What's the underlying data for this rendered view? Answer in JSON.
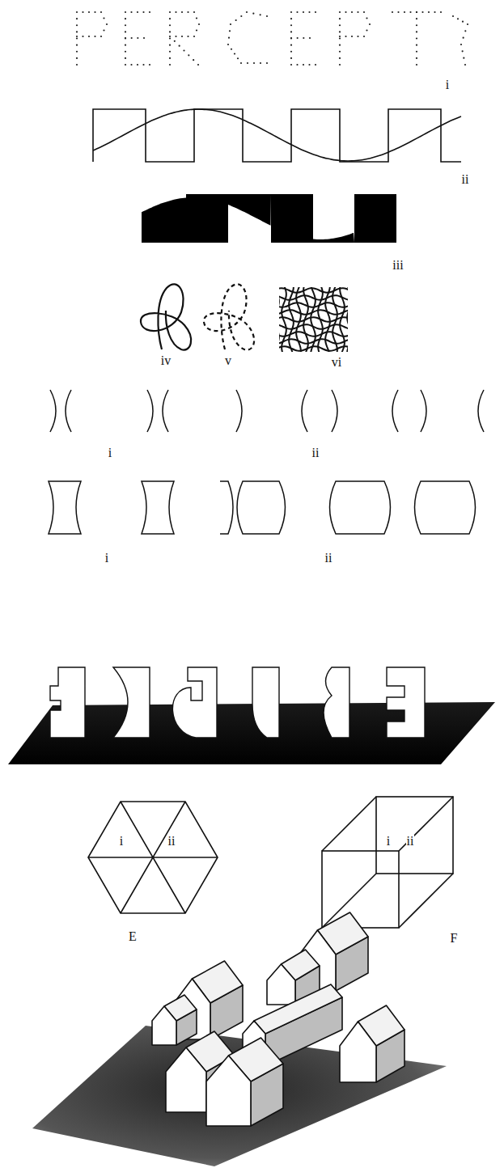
{
  "diagram": {
    "labels": [
      "i",
      "ii",
      "iii",
      "iv",
      "v",
      "vi",
      "i",
      "ii",
      "i",
      "ii",
      "i",
      "ii",
      "E",
      "i",
      "ii",
      "F"
    ]
  }
}
